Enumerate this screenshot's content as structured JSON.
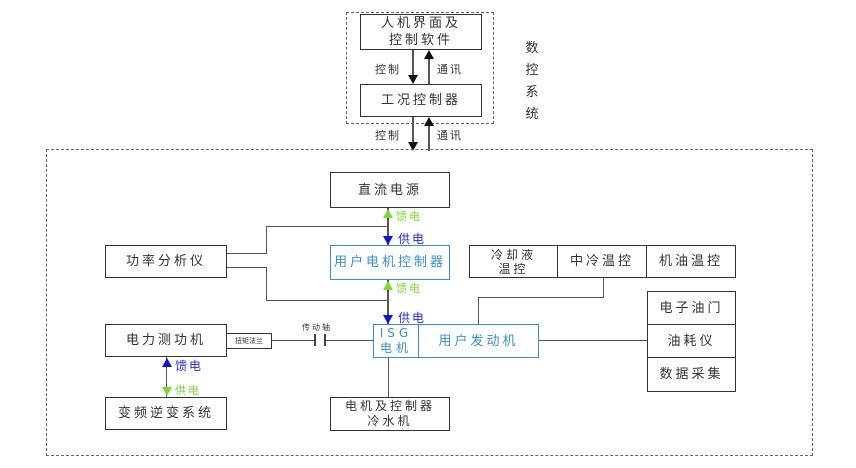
{
  "cnc_system": {
    "title": "数控系统",
    "hmi_box": "人机界面及\n控制软件",
    "condition_controller": "工况控制器",
    "control_label": "控制",
    "comm_label": "通讯",
    "control_label_out": "控制",
    "comm_label_out": "通讯"
  },
  "test_bench": {
    "dc_power": "直流电源",
    "power_analyzer": "功率分析仪",
    "user_motor_controller": "用户电机控制器",
    "coolant_temp": "冷却液\n温控",
    "intercooler_temp": "中冷温控",
    "oil_temp": "机油温控",
    "dynamometer": "电力测功机",
    "torque_flange": "扭矩法兰",
    "drive_shaft": "传动轴",
    "isg_motor": "ISG\n电机",
    "user_engine": "用户发动机",
    "e_throttle": "电子油门",
    "fuel_meter": "油耗仪",
    "data_acq": "数据采集",
    "inverter": "变频逆变系统",
    "motor_chiller": "电机及控制器\n冷水机",
    "feed_label_1": "馈电",
    "supply_label_1": "供电",
    "feed_label_2": "馈电",
    "supply_label_2": "供电",
    "feed_label_3": "馈电",
    "supply_label_3": "供电"
  },
  "colors": {
    "blue_box": "#3a8fc4",
    "feed_green": "#7cd63a",
    "supply_blue": "#2a2ad0"
  }
}
